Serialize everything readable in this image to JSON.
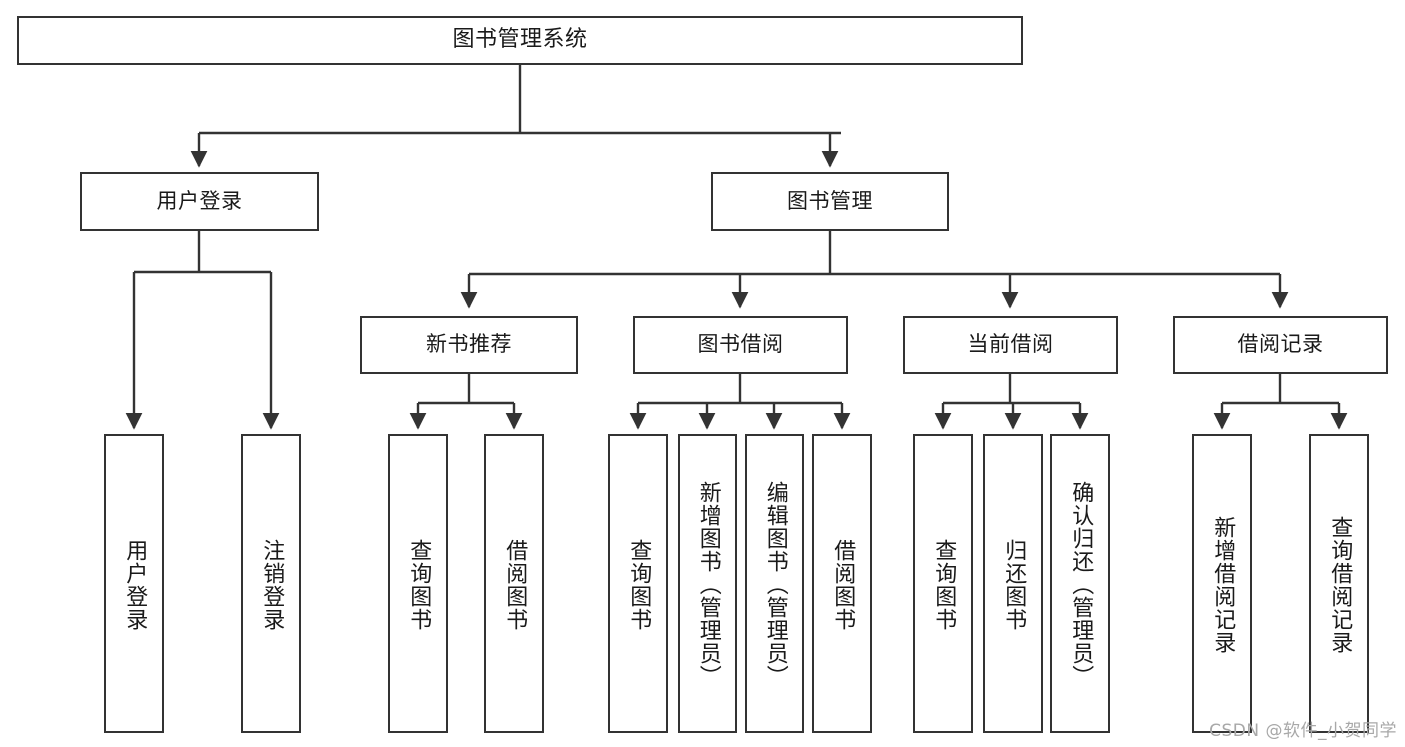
{
  "diagram": {
    "title": "图书管理系统",
    "type": "tree",
    "orientation": "top-down",
    "colors": {
      "box_border": "#333333",
      "box_fill": "#ffffff",
      "connector": "#333333",
      "text": "#1a1a1a",
      "watermark": "#a8a8a8",
      "background": "#ffffff"
    }
  },
  "nodes": {
    "root": {
      "label": "图书管理系统"
    },
    "level2": [
      {
        "id": "user-login",
        "label": "用户登录"
      },
      {
        "id": "book-manage",
        "label": "图书管理"
      }
    ],
    "level3": [
      {
        "id": "new-book-rec",
        "label": "新书推荐",
        "parent": "book-manage"
      },
      {
        "id": "book-borrow",
        "label": "图书借阅",
        "parent": "book-manage"
      },
      {
        "id": "current-borrow",
        "label": "当前借阅",
        "parent": "book-manage"
      },
      {
        "id": "borrow-record",
        "label": "借阅记录",
        "parent": "book-manage"
      }
    ],
    "leaves": [
      {
        "id": "leaf-user-login",
        "label": "用户登录",
        "parent": "user-login"
      },
      {
        "id": "leaf-logout",
        "label": "注销登录",
        "parent": "user-login"
      },
      {
        "id": "leaf-query-book-1",
        "label": "查询图书",
        "parent": "new-book-rec"
      },
      {
        "id": "leaf-borrow-book-1",
        "label": "借阅图书",
        "parent": "new-book-rec"
      },
      {
        "id": "leaf-query-book-2",
        "label": "查询图书",
        "parent": "book-borrow"
      },
      {
        "id": "leaf-add-book",
        "label": "新增图书（管理员）",
        "parent": "book-borrow"
      },
      {
        "id": "leaf-edit-book",
        "label": "编辑图书（管理员）",
        "parent": "book-borrow"
      },
      {
        "id": "leaf-borrow-book-2",
        "label": "借阅图书",
        "parent": "book-borrow"
      },
      {
        "id": "leaf-query-book-3",
        "label": "查询图书",
        "parent": "current-borrow"
      },
      {
        "id": "leaf-return-book",
        "label": "归还图书",
        "parent": "current-borrow"
      },
      {
        "id": "leaf-confirm-return",
        "label": "确认归还（管理员）",
        "parent": "current-borrow"
      },
      {
        "id": "leaf-add-record",
        "label": "新增借阅记录",
        "parent": "borrow-record"
      },
      {
        "id": "leaf-query-record",
        "label": "查询借阅记录",
        "parent": "borrow-record"
      }
    ]
  },
  "watermark": {
    "text": "CSDN @软件_小贺同学"
  }
}
